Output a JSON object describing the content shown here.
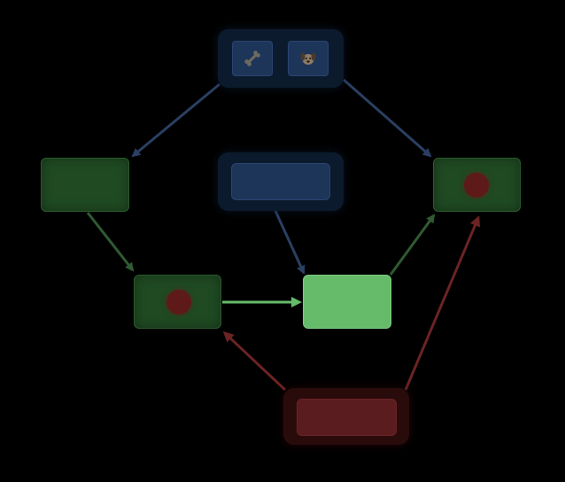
{
  "palette": {
    "background": "#000000",
    "node_green_dim": "#1f4a22",
    "node_green_bright": "#66bb6a",
    "blue_container": "#0c1a2d",
    "blue_inner": "#1e355a",
    "red_container": "#2a0b0c",
    "red_inner": "#5a1c1e",
    "edge_blue": "#2b3f62",
    "edge_green_dim": "#2f5a33",
    "edge_green_bright": "#66bb6a",
    "edge_red": "#6b2324",
    "marker_dot": "#5e1a18"
  },
  "top_container": {
    "slots": [
      {
        "icon": "bone-icon"
      },
      {
        "icon": "dog-icon"
      }
    ]
  },
  "nodes": [
    {
      "id": "left-node",
      "state": "dim",
      "has_marker": false
    },
    {
      "id": "right-node",
      "state": "dim",
      "has_marker": true
    },
    {
      "id": "mid-left-node",
      "state": "dim",
      "has_marker": true
    },
    {
      "id": "mid-right-node",
      "state": "active",
      "has_marker": false
    }
  ],
  "middle_container": {
    "color": "blue"
  },
  "bottom_container": {
    "color": "red"
  }
}
